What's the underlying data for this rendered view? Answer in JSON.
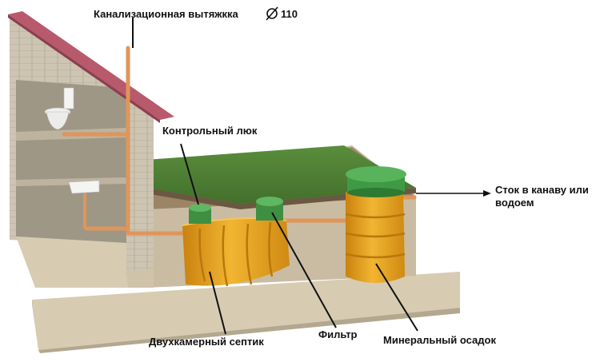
{
  "labels": {
    "vent": "Канализационная вытяжкка",
    "vent_diameter": "110",
    "hatch": "Контрольный люк",
    "outlet": "Сток в канаву или водоем",
    "septic": "Двухкамерный септик",
    "filter": "Фильтр",
    "sediment": "Минеральный осадок"
  },
  "icons": {
    "diameter": "diameter-symbol-icon",
    "arrow": "right-arrow-icon"
  },
  "colors": {
    "roof": "#b85a6c",
    "brick": "#c9c0ae",
    "grass": "#4f7f35",
    "soil": "#c8baa0",
    "tank": "#e8a21a",
    "lid": "#3f9a45",
    "pipe": "#e0955a",
    "foundation": "#d3c6ad"
  }
}
